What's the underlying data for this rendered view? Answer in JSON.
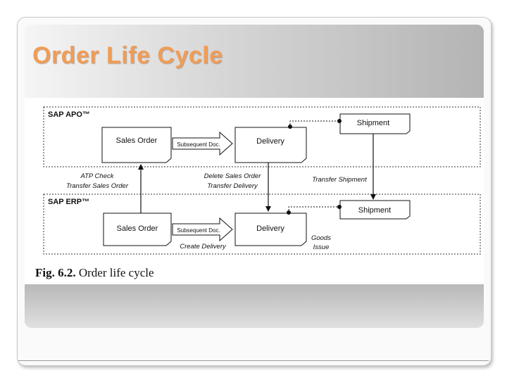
{
  "title": "Order Life Cycle",
  "diagram": {
    "apo_label": "SAP APO™",
    "erp_label": "SAP ERP™",
    "apo_sales_order": "Sales Order",
    "apo_delivery": "Delivery",
    "apo_shipment": "Shipment",
    "erp_sales_order": "Sales Order",
    "erp_delivery": "Delivery",
    "erp_shipment": "Shipment",
    "subsequent_doc_top": "Subsequent Doc.",
    "subsequent_doc_bottom": "Subsequent Doc.",
    "atp_check": "ATP Check",
    "transfer_sales_order": "Transfer Sales Order",
    "delete_sales_order": "Delete Sales Order",
    "transfer_delivery": "Transfer Delivery",
    "transfer_shipment": "Transfer Shipment",
    "create_delivery": "Create Delivery",
    "goods": "Goods",
    "issue": "Issue"
  },
  "caption": {
    "number": "Fig. 6.2.",
    "text": "Order life cycle"
  }
}
